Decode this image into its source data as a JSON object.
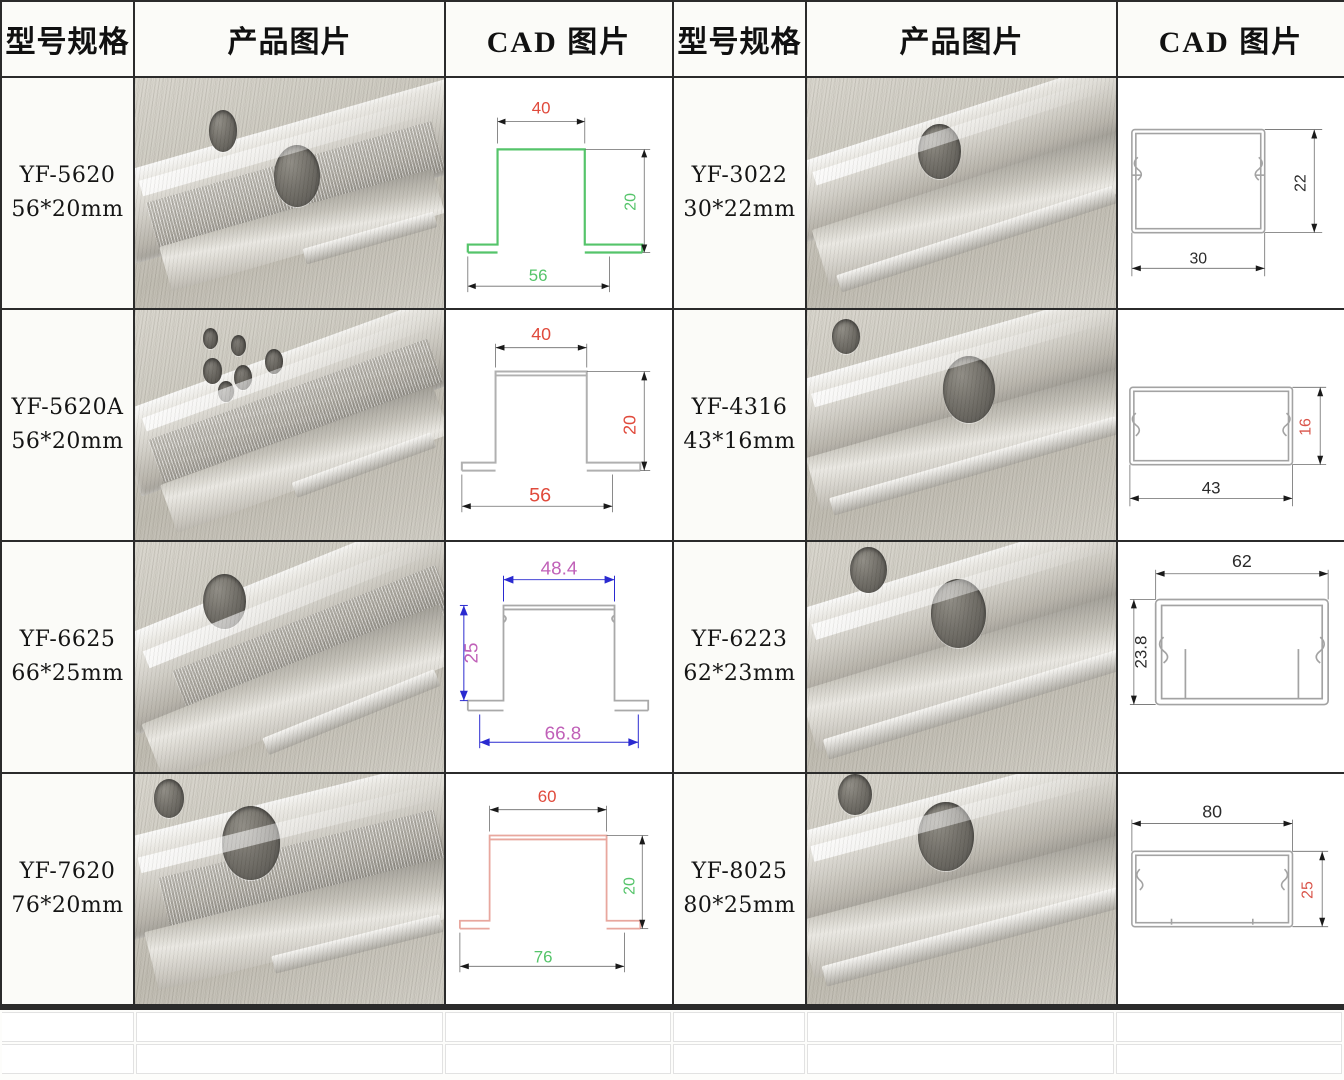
{
  "table": {
    "headers": {
      "model": "型号规格",
      "photo": "产品图片",
      "cad": "CAD 图片"
    },
    "rows": [
      {
        "left": {
          "model_code": "YF-5620",
          "model_size": "56*20mm",
          "photo_alt": "aluminium-channel-photo",
          "cad": {
            "accent": "#55c46a",
            "text_color": "#e04a3c",
            "top_dim": "40",
            "side_dim": "20",
            "bottom_dim": "56"
          }
        },
        "right": {
          "model_code": "YF-3022",
          "model_size": "30*22mm",
          "photo_alt": "aluminium-box-photo",
          "cad": {
            "accent": "#9a9a9a",
            "text_color": "#2b2b2b",
            "top_dim": "",
            "side_dim": "22",
            "bottom_dim": "30"
          }
        }
      },
      {
        "left": {
          "model_code": "YF-5620A",
          "model_size": "56*20mm",
          "photo_alt": "aluminium-channel-photo",
          "cad": {
            "accent": "#b5b5b5",
            "text_color": "#e04a3c",
            "top_dim": "40",
            "side_dim": "20",
            "bottom_dim": "56"
          }
        },
        "right": {
          "model_code": "YF-4316",
          "model_size": "43*16mm",
          "photo_alt": "aluminium-box-photo",
          "cad": {
            "accent": "#9a9a9a",
            "text_color": "#d9544a",
            "top_dim": "",
            "side_dim": "16",
            "bottom_dim": "43"
          }
        }
      },
      {
        "left": {
          "model_code": "YF-6625",
          "model_size": "66*25mm",
          "photo_alt": "aluminium-channel-photo",
          "cad": {
            "accent": "#2a2ad0",
            "text_color": "#c060b8",
            "top_dim": "48.4",
            "side_dim": "25",
            "bottom_dim": "66.8"
          }
        },
        "right": {
          "model_code": "YF-6223",
          "model_size": "62*23mm",
          "photo_alt": "aluminium-box-photo",
          "cad": {
            "accent": "#9a9a9a",
            "text_color": "#2b2b2b",
            "top_dim": "62",
            "side_dim": "23.8",
            "bottom_dim": ""
          }
        }
      },
      {
        "left": {
          "model_code": "YF-7620",
          "model_size": "76*20mm",
          "photo_alt": "aluminium-channel-photo",
          "cad": {
            "accent": "#e8a79e",
            "text_color": "#e04a3c",
            "top_dim": "60",
            "side_dim": "20",
            "bottom_dim": "76"
          }
        },
        "right": {
          "model_code": "YF-8025",
          "model_size": "80*25mm",
          "photo_alt": "aluminium-box-photo",
          "cad": {
            "accent": "#9a9a9a",
            "text_color": "#d9544a",
            "top_dim": "80",
            "side_dim": "25",
            "bottom_dim": ""
          }
        }
      }
    ]
  },
  "colors": {
    "border": "#2b2b2b",
    "grid_light": "#e2e2e2",
    "cell_bg": "#fbfbf8"
  }
}
